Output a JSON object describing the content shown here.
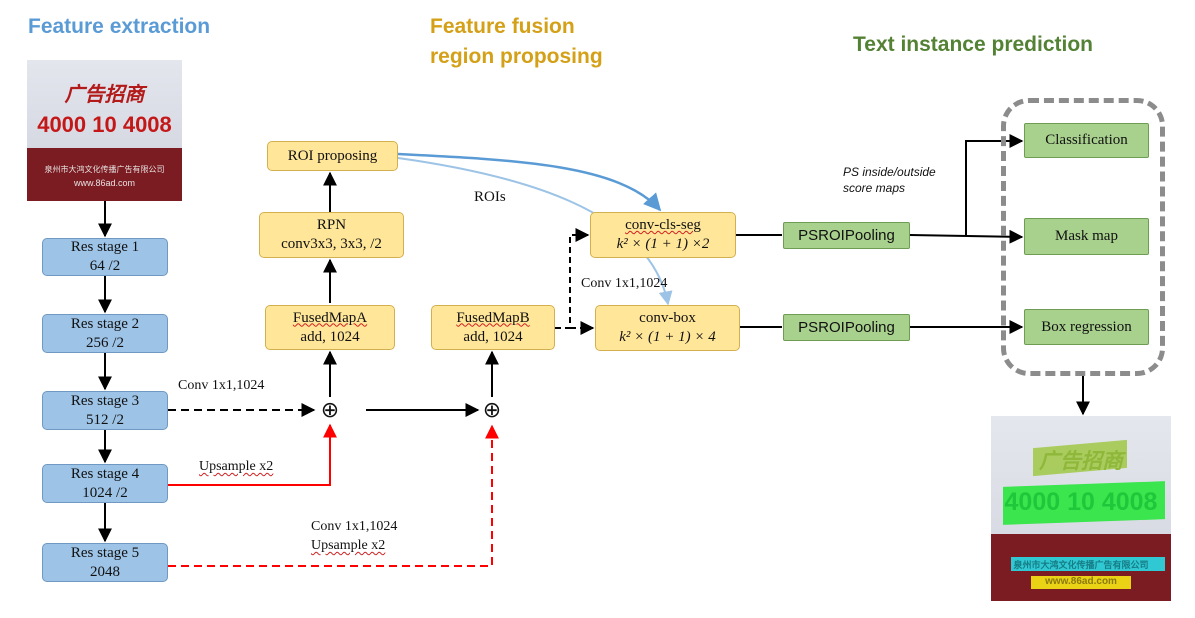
{
  "titles": {
    "extraction": "Feature extraction",
    "fusion_line1": "Feature fusion",
    "fusion_line2": "region proposing",
    "prediction": "Text instance prediction"
  },
  "colors": {
    "extraction_title": "#5b9bd5",
    "fusion_title": "#d4a017",
    "prediction_title": "#548235",
    "blue_arrow": "#5b9bd5",
    "light_blue_arrow": "#9dc3e6",
    "red_arrow": "#ff0000"
  },
  "input_image": {
    "line1": "广告招商",
    "line2": "4000 10 4008",
    "line3": "泉州市大鸿文化传播广告有限公司",
    "line4": "www.86ad.com"
  },
  "output_image": {
    "line1": "广告招商",
    "line2": "4000 10 4008",
    "line3": "泉州市大鸿文化传播广告有限公司",
    "line4": "www.86ad.com"
  },
  "res_stages": [
    {
      "name": "Res stage 1",
      "detail": "64 /2"
    },
    {
      "name": "Res stage 2",
      "detail": "256 /2"
    },
    {
      "name": "Res stage 3",
      "detail": "512 /2"
    },
    {
      "name": "Res stage 4",
      "detail": "1024 /2"
    },
    {
      "name": "Res stage 5",
      "detail": "2048"
    }
  ],
  "fusion": {
    "roi_proposing": "ROI proposing",
    "rpn_line1": "RPN",
    "rpn_line2": "conv3x3, 3x3, /2",
    "fused_a_line1": "FusedMapA",
    "fused_a_line2": "add, 1024",
    "fused_b_line1": "FusedMapB",
    "fused_b_line2": "add, 1024",
    "oplus": "⊕"
  },
  "heads": {
    "cls_seg_line1": "conv-cls-seg",
    "cls_seg_line2": "k² × (1 + 1) ×2",
    "box_line1": "conv-box",
    "box_line2": "k² × (1 + 1) × 4",
    "psroi": "PSROIPooling"
  },
  "outputs": {
    "classification": "Classification",
    "mask_map": "Mask map",
    "box_regression": "Box regression"
  },
  "edge_labels": {
    "conv_res3": "Conv 1x1,1024",
    "upsample_res4": "Upsample x2",
    "conv_res5": "Conv 1x1,1024",
    "upsample_res5": "Upsample x2",
    "rois": "ROIs",
    "conv_fused_b": "Conv 1x1,1024",
    "ps_maps_line1": "PS inside/outside",
    "ps_maps_line2": "score  maps"
  }
}
